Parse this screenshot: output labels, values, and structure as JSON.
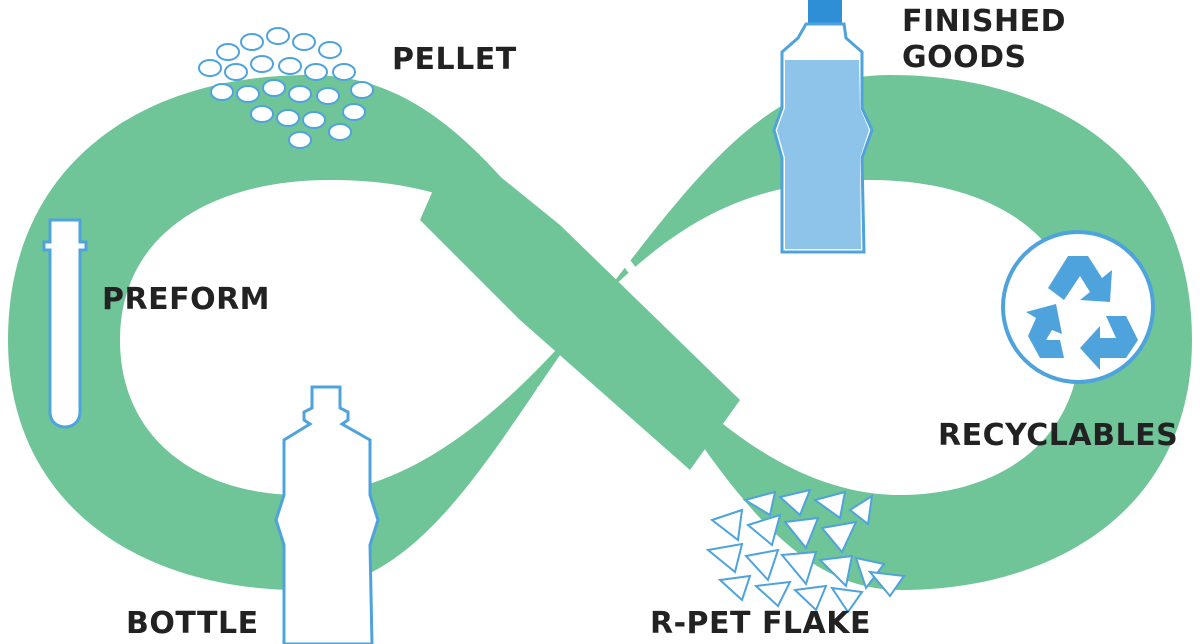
{
  "labels": {
    "pellet": "PELLET",
    "finished_goods_line1": "FINISHED",
    "finished_goods_line2": "GOODS",
    "preform": "PREFORM",
    "bottle": "BOTTLE",
    "recyclables": "RECYCLABLES",
    "rpet_flake": "R-PET FLAKE"
  },
  "icons": {
    "pellet": "pellet-cluster-icon",
    "finished_goods": "filled-bottle-icon",
    "preform": "preform-tube-icon",
    "bottle": "empty-bottle-icon",
    "recyclables": "recycle-symbol-icon",
    "rpet_flake": "flake-pile-icon"
  },
  "colors": {
    "loop": "#6fc597",
    "icon_outline": "#4fa3dc",
    "bottle_fill": "#8ec4ea",
    "cap": "#2f8fd6",
    "recycle_arrows": "#4fa3dc",
    "text": "#222222"
  }
}
